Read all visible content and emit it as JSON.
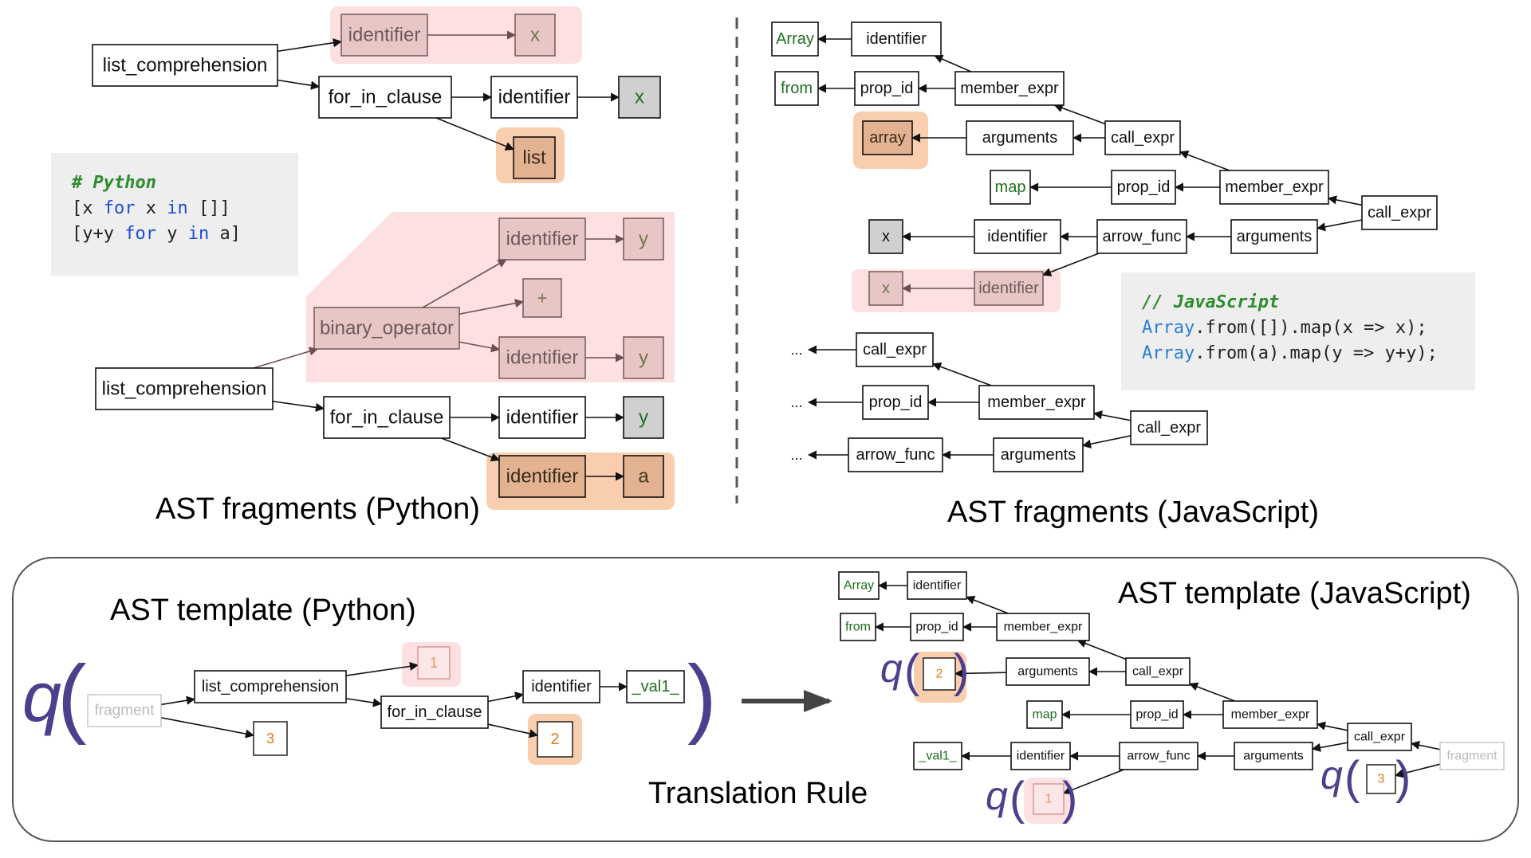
{
  "captions": {
    "py_fragments": "AST fragments (Python)",
    "js_fragments": "AST fragments (JavaScript)",
    "py_template": "AST template (Python)",
    "js_template": "AST template (JavaScript)",
    "rule": "Translation Rule"
  },
  "code": {
    "python": {
      "comment": "# Python",
      "line1": [
        "[x ",
        "for",
        " x ",
        "in",
        " []]"
      ],
      "line2": [
        "[y+y ",
        "for",
        " y ",
        "in",
        " a]"
      ]
    },
    "javascript": {
      "comment": "// JavaScript",
      "line1": [
        "Array",
        ".from([]).map(x => x);"
      ],
      "line2": [
        "Array",
        ".from(a).map(y => y+y);"
      ]
    }
  },
  "labels": {
    "list_comprehension": "list_comprehension",
    "for_in_clause": "for_in_clause",
    "identifier": "identifier",
    "binary_operator": "binary_operator",
    "list": "list",
    "x": "x",
    "y": "y",
    "a": "a",
    "plus": "+",
    "Array": "Array",
    "from": "from",
    "map": "map",
    "array": "array",
    "prop_id": "prop_id",
    "member_expr": "member_expr",
    "call_expr": "call_expr",
    "arguments": "arguments",
    "arrow_func": "arrow_func",
    "ellipsis": "...",
    "fragment": "fragment",
    "val1": "_val1_",
    "h1": "1",
    "h2": "2",
    "h3": "3",
    "q": "q"
  },
  "colors": {
    "pink": "#fde0e1",
    "orange": "#f9ceae",
    "box_pink_fill": "#e8c6c6",
    "box_orange_fill": "#e3b290",
    "gray_fill": "#d0d0d0",
    "green_text": "#1e6e1e",
    "hole_orange": "#e07a1a",
    "q_purple": "#4b3f8e",
    "frame": "#555555"
  }
}
